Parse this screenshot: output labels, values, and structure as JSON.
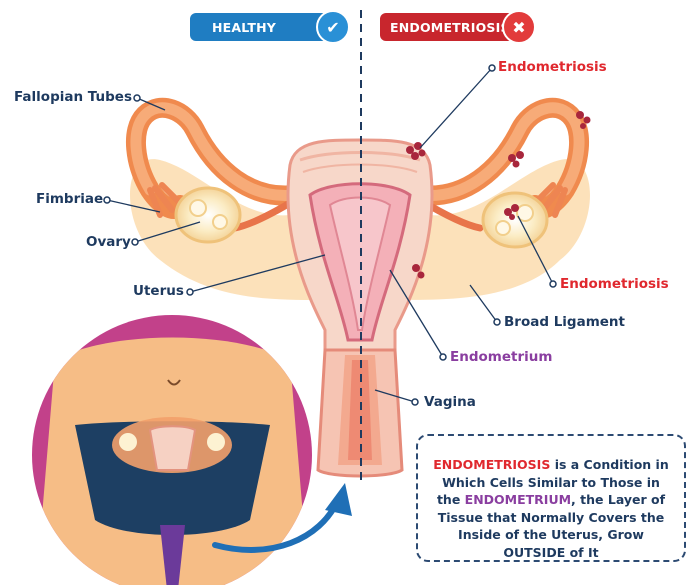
{
  "header": {
    "healthy_label": "HEALTHY",
    "endometriosis_label": "ENDOMETRIOSIS",
    "healthy_icon": "check-icon",
    "endometriosis_icon": "cross-icon"
  },
  "labels": {
    "fallopian_tubes": "Fallopian Tubes",
    "fimbriae": "Fimbriae",
    "ovary": "Ovary",
    "uterus": "Uterus",
    "endometriosis_top": "Endometriosis",
    "endometriosis_right": "Endometriosis",
    "broad_ligament": "Broad Ligament",
    "endometrium": "Endometrium",
    "vagina": "Vagina"
  },
  "infobox": {
    "keyword1": "ENDOMETRIOSIS",
    "text1": " is a Condition in Which Cells Similar to Those in the ",
    "keyword2": "ENDOMETRIUM",
    "text2": ", the Layer of Tissue that Normally Covers the Inside of the Uterus, Grow OUTSIDE of It"
  },
  "colors": {
    "healthy": "#1f7dc2",
    "endometriosis": "#c8262d",
    "label_text": "#1e3a5f",
    "accent_red": "#e0282e",
    "accent_purple": "#8a3ea0",
    "tissue": "#f7b77e",
    "uterus": "#f5cfc0"
  }
}
